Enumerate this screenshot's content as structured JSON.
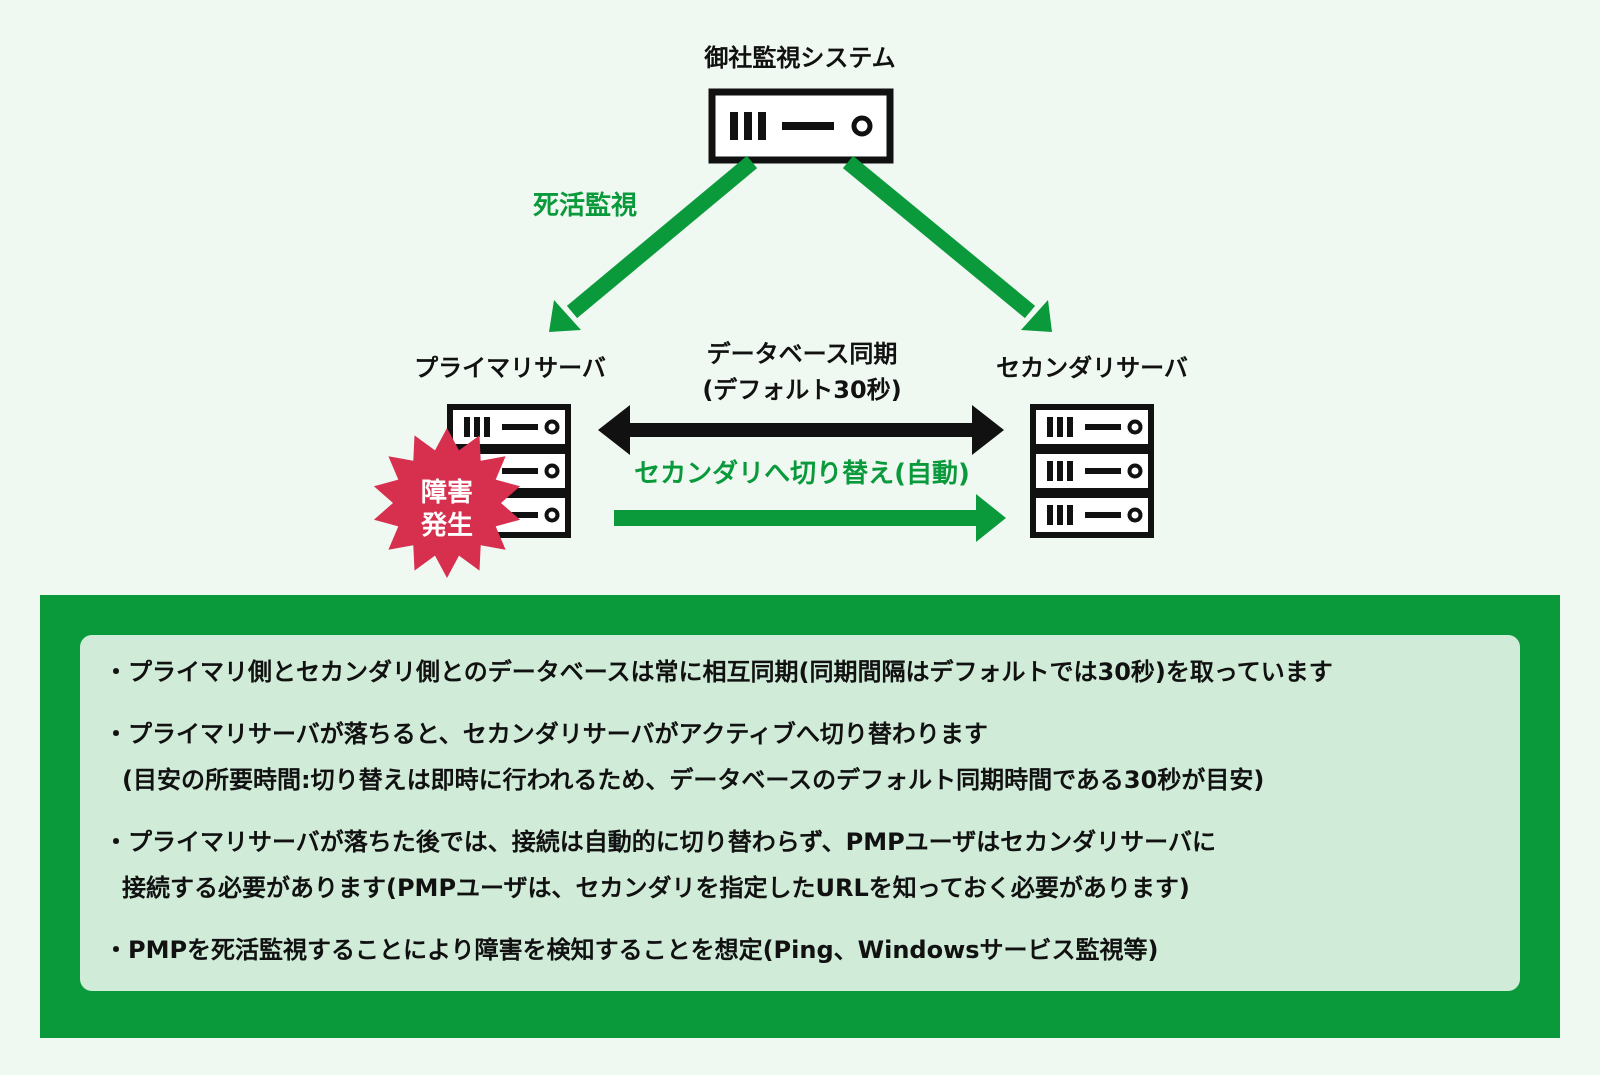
{
  "diagram": {
    "monitor": {
      "label": "御社監視システム"
    },
    "primary": {
      "label": "プライマリサーバ"
    },
    "secondary": {
      "label": "セカンダリサーバ"
    },
    "heartbeat_label": "死活監視",
    "sync_label_1": "データベース同期",
    "sync_label_2": "(デフォルト30秒)",
    "failover_label": "セカンダリへ切り替え(自動)",
    "fault_badge_1": "障害",
    "fault_badge_2": "発生",
    "colors": {
      "green": "#0a9a3c",
      "dark": "#111111",
      "fault": "#d7304e",
      "background": "#f0f8f2",
      "panel_inner": "#d0ebd8"
    }
  },
  "notes": {
    "items": [
      {
        "lines": [
          "・プライマリ側とセカンダリ側とのデータベースは常に相互同期(同期間隔はデフォルトでは30秒)を取っています"
        ]
      },
      {
        "lines": [
          "・プライマリサーバが落ちると、セカンダリサーバがアクティブへ切り替わります",
          "(目安の所要時間:切り替えは即時に行われるため、データベースのデフォルト同期時間である30秒が目安)"
        ]
      },
      {
        "lines": [
          "・プライマリサーバが落ちた後では、接続は自動的に切り替わらず、PMPユーザはセカンダリサーバに",
          "接続する必要があります(PMPユーザは、セカンダリを指定したURLを知っておく必要があります)"
        ]
      },
      {
        "lines": [
          "・PMPを死活監視することにより障害を検知することを想定(Ping、Windowsサービス監視等)"
        ]
      }
    ]
  }
}
